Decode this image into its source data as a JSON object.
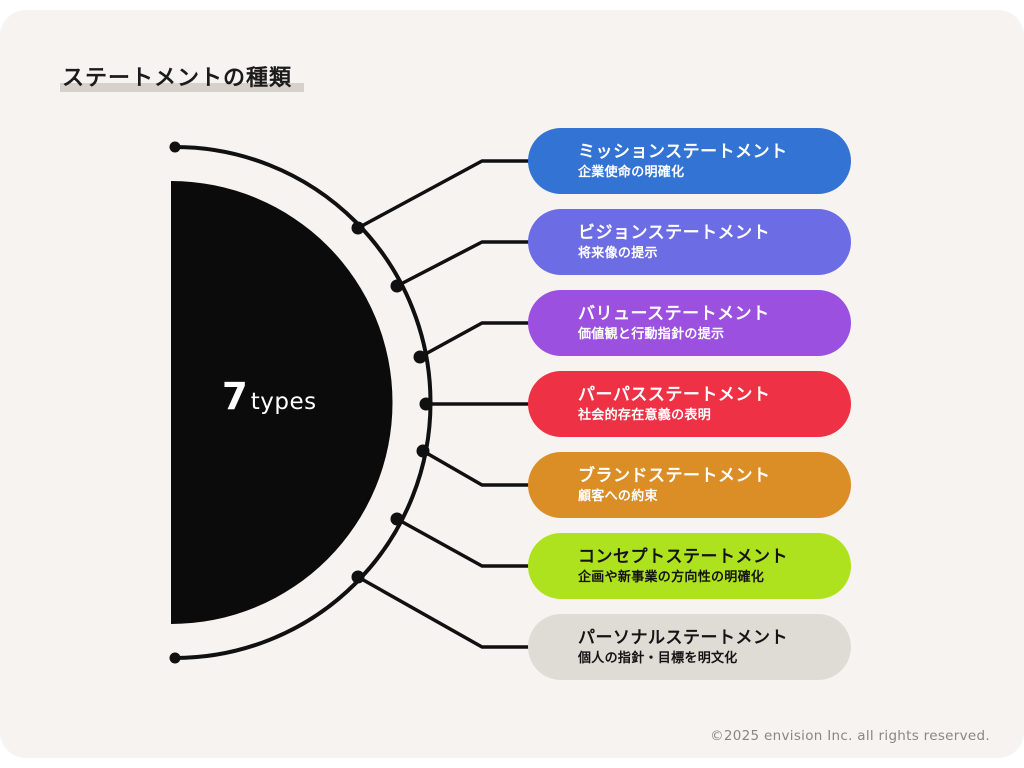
{
  "header": {
    "title": "ステートメントの種類"
  },
  "hub": {
    "count": "7",
    "count_suffix": "types"
  },
  "cards": [
    {
      "title": "ミッションステートメント",
      "subtitle": "企業使命の明確化",
      "color": "#3273d3",
      "text_color": "#ffffff"
    },
    {
      "title": "ビジョンステートメント",
      "subtitle": "将来像の提示",
      "color": "#6c6ce4",
      "text_color": "#ffffff"
    },
    {
      "title": "バリューステートメント",
      "subtitle": "価値観と行動指針の提示",
      "color": "#9c50e0",
      "text_color": "#ffffff"
    },
    {
      "title": "パーパスステートメント",
      "subtitle": "社会的存在意義の表明",
      "color": "#ee3145",
      "text_color": "#ffffff"
    },
    {
      "title": "ブランドステートメント",
      "subtitle": "顧客への約束",
      "color": "#db8e26",
      "text_color": "#ffffff"
    },
    {
      "title": "コンセプトステートメント",
      "subtitle": "企画や新事業の方向性の明確化",
      "color": "#aee21e",
      "text_color": "#141414"
    },
    {
      "title": "パーソナルステートメント",
      "subtitle": "個人の指針・目標を明文化",
      "color": "#dfdbd5",
      "text_color": "#141414"
    }
  ],
  "colors": {
    "panel_background": "#f7f3f0",
    "ink": "#101010",
    "title_underline": "#d6d1ca",
    "footer_text": "#8b8680"
  },
  "footer": {
    "copyright": "©2025 envision Inc. all rights reserved."
  }
}
